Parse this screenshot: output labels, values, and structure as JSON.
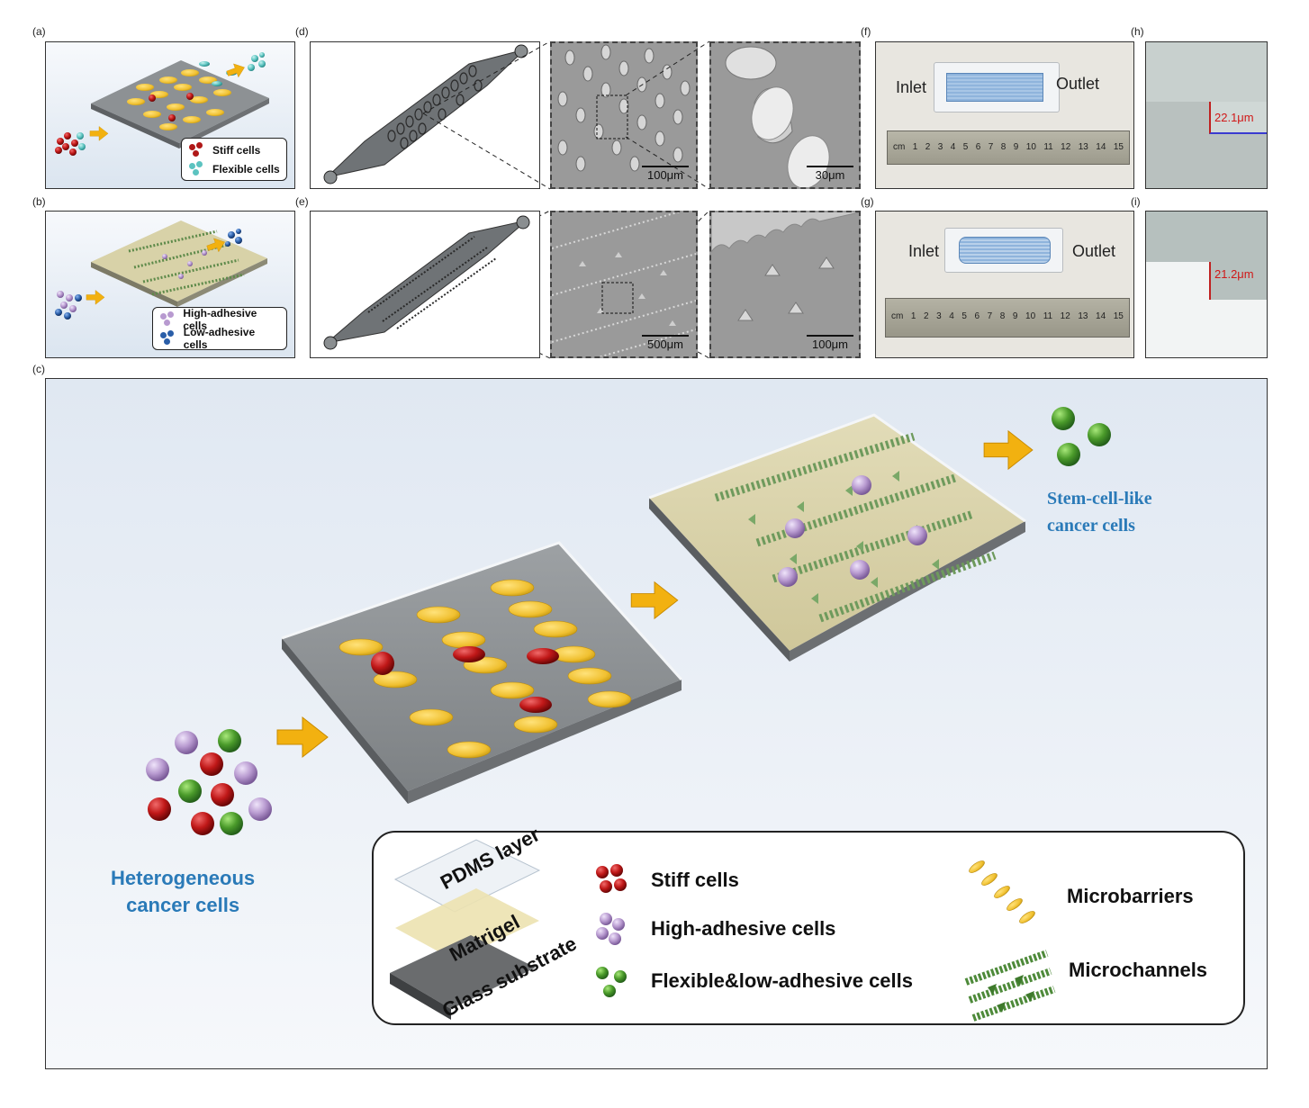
{
  "panel_labels": {
    "a": "(a)",
    "b": "(b)",
    "c": "(c)",
    "d": "(d)",
    "e": "(e)",
    "f": "(f)",
    "g": "(g)",
    "h": "(h)",
    "i": "(i)"
  },
  "panel_a": {
    "legend": [
      "Stiff cells",
      "Flexible cells"
    ]
  },
  "panel_b": {
    "legend": [
      "High-adhesive cells",
      "Low-adhesive cells"
    ]
  },
  "panel_d": {
    "scale_mid": "100μm",
    "scale_zoom": "30μm"
  },
  "panel_e": {
    "scale_mid": "500μm",
    "scale_zoom": "100μm"
  },
  "panel_f": {
    "inlet": "Inlet",
    "outlet": "Outlet"
  },
  "panel_g": {
    "inlet": "Inlet",
    "outlet": "Outlet"
  },
  "ruler_ticks": [
    "cm",
    "1",
    "2",
    "3",
    "4",
    "5",
    "6",
    "7",
    "8",
    "9",
    "10",
    "11",
    "12",
    "13",
    "14",
    "15"
  ],
  "panel_h": {
    "measurement": "22.1μm"
  },
  "panel_i": {
    "measurement": "21.2μm"
  },
  "panel_c": {
    "input_label_line1": "Heterogeneous",
    "input_label_line2": "cancer cells",
    "output_label_line1": "Stem-cell-like",
    "output_label_line2": "cancer cells",
    "layers": [
      "PDMS layer",
      "Matrigel",
      "Glass substrate"
    ],
    "legend_cells": [
      "Stiff cells",
      "High-adhesive cells",
      "Flexible&low-adhesive cells"
    ],
    "legend_structures": [
      "Microbarriers",
      "Microchannels"
    ]
  },
  "colors": {
    "stiff": "#b01818",
    "flexible": "#5cc3c0",
    "high_adhesive": "#b89ad0",
    "low_adhesive": "#2a5ea8",
    "green_cell": "#4a9a2a",
    "barrier": "#f0c030",
    "arrow": "#f2b110",
    "label_blue": "#2a7ab8",
    "channel": "#6e9a5c"
  }
}
